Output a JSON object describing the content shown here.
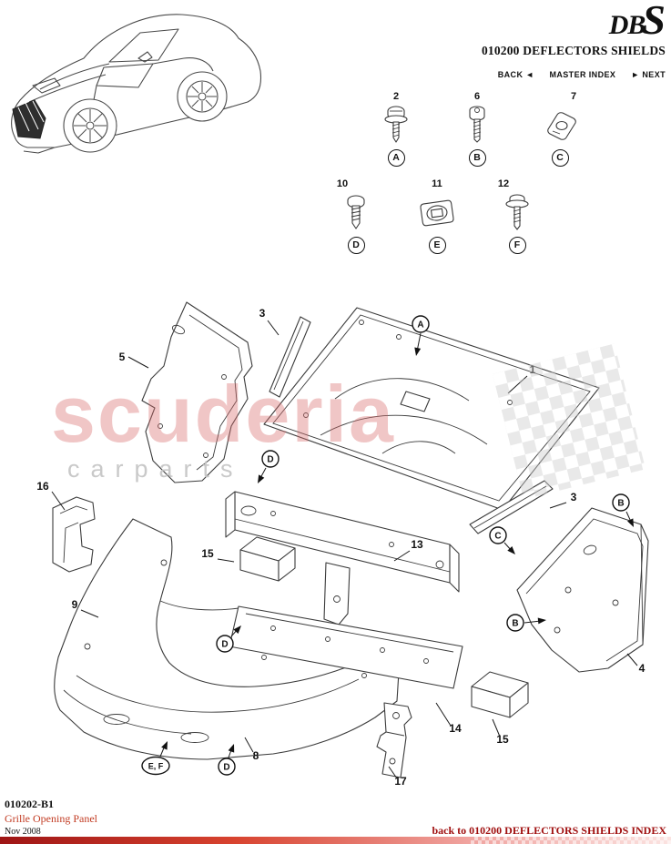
{
  "header": {
    "logo_db": "DB",
    "logo_s": "S",
    "title": "010200 DEFLECTORS SHIELDS",
    "nav": {
      "back": "BACK ◄",
      "master_index": "MASTER INDEX",
      "next": "► NEXT"
    }
  },
  "fasteners": [
    {
      "number": "2",
      "letter": "A"
    },
    {
      "number": "6",
      "letter": "B"
    },
    {
      "number": "7",
      "letter": "C"
    },
    {
      "number": "10",
      "letter": "D"
    },
    {
      "number": "11",
      "letter": "E"
    },
    {
      "number": "12",
      "letter": "F"
    }
  ],
  "diagram": {
    "labels": {
      "p1": "1",
      "p3a": "3",
      "p3b": "3",
      "p4": "4",
      "p5": "5",
      "p8": "8",
      "p9": "9",
      "p13": "13",
      "p14": "14",
      "p15a": "15",
      "p15b": "15",
      "p16": "16",
      "p17": "17"
    },
    "callouts": {
      "a": "A",
      "b1": "B",
      "b2": "B",
      "c": "C",
      "d1": "D",
      "d2": "D",
      "d3": "D",
      "ef": "E, F"
    }
  },
  "watermark": {
    "line1": "scuderia",
    "line2": "carparts"
  },
  "footer": {
    "doc_code": "010202-B1",
    "part_name": "Grille Opening Panel",
    "date": "Nov 2008",
    "index_link": "back to 010200 DEFLECTORS SHIELDS INDEX"
  }
}
